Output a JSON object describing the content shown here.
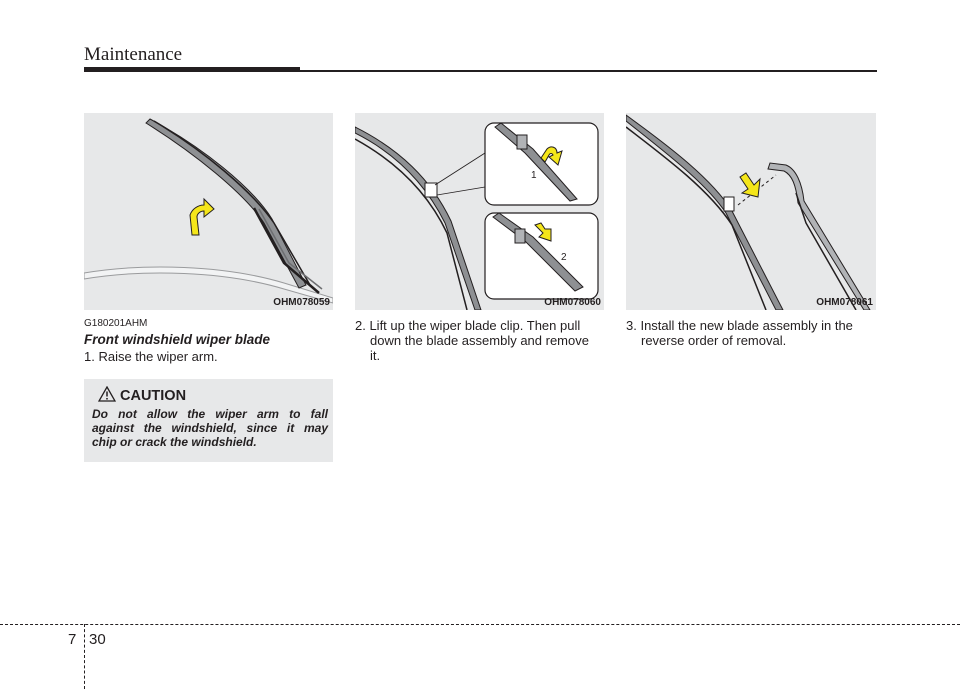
{
  "header": {
    "title": "Maintenance"
  },
  "figures": [
    {
      "code": "OHM078059"
    },
    {
      "code": "OHM078060",
      "callouts": [
        "1",
        "2"
      ]
    },
    {
      "code": "OHM078061"
    }
  ],
  "section": {
    "code": "G180201AHM",
    "title": "Front windshield wiper blade"
  },
  "steps": {
    "step1": "1. Raise the wiper arm.",
    "step2_line1": "2. Lift up the wiper blade clip. Then pull",
    "step2_line2": "down the blade assembly and remove",
    "step2_line3": "it.",
    "step3_line1": "3. Install the new blade assembly in the",
    "step3_line2": "reverse order of removal."
  },
  "caution": {
    "heading": "CAUTION",
    "line1": "Do not allow the wiper arm to fall",
    "line2": "against the windshield, since it may",
    "line3": "chip or crack the windshield."
  },
  "footer": {
    "chapter": "7",
    "page": "30"
  },
  "colors": {
    "text": "#231f20",
    "figure_bg": "#e7e8e9",
    "arrow": "#f5e61a"
  }
}
